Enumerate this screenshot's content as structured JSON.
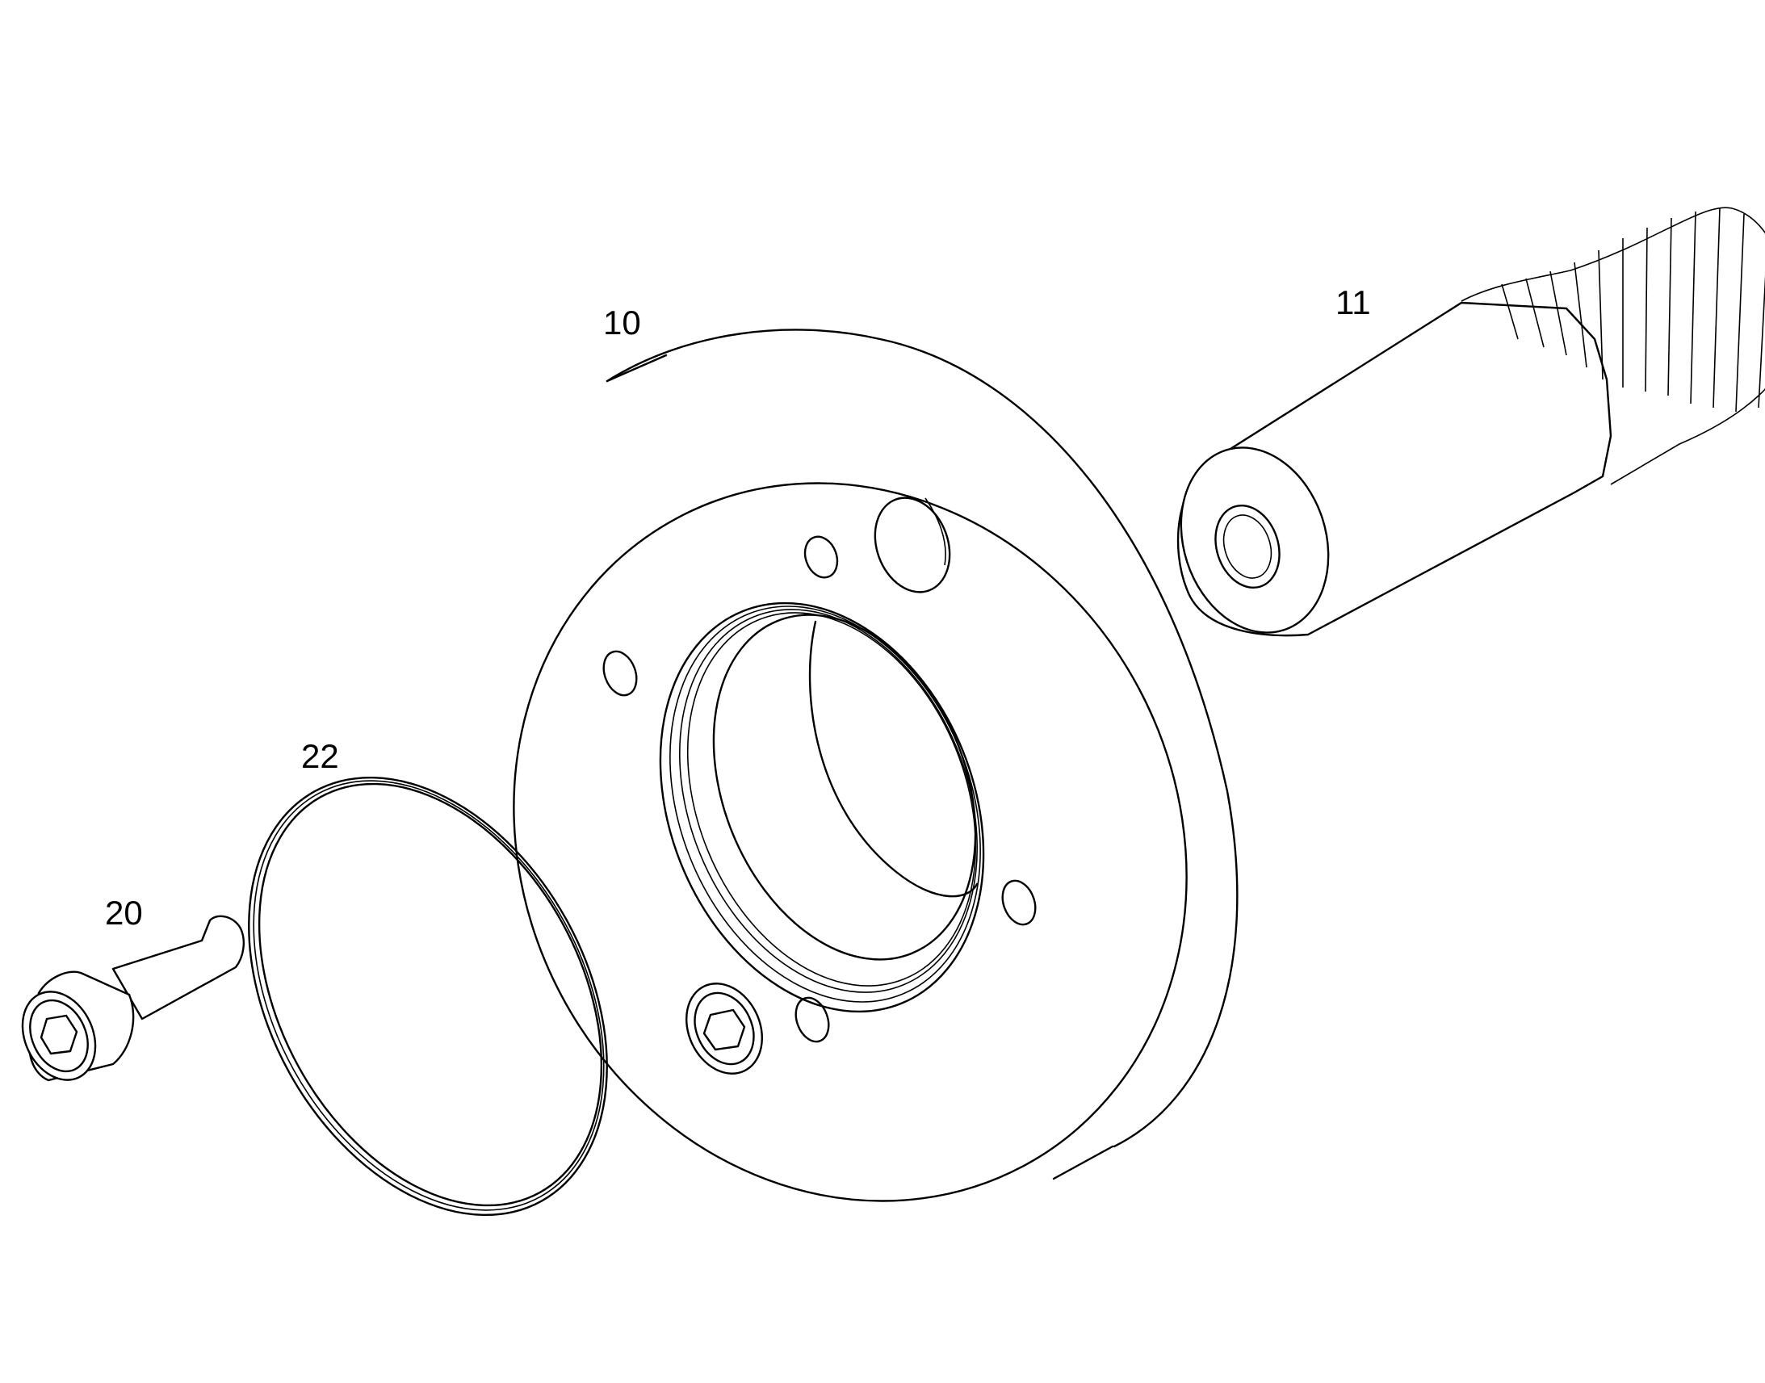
{
  "callouts": {
    "pump_body": "10",
    "shaft": "11",
    "screw": "20",
    "o_ring": "22"
  }
}
